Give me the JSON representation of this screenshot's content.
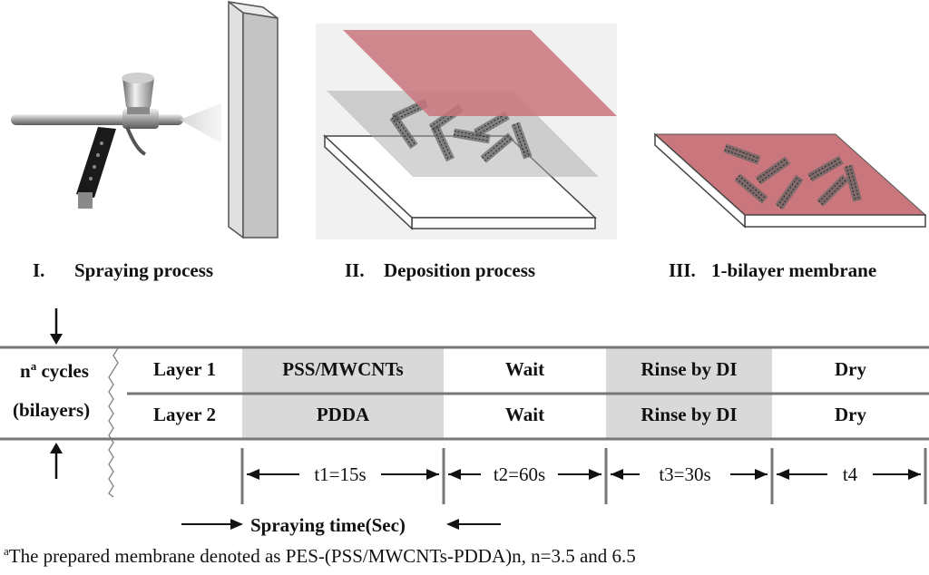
{
  "panels": {
    "spraying": {
      "numeral": "I.",
      "title": "Spraying process"
    },
    "deposition": {
      "numeral": "II.",
      "title": "Deposition process"
    },
    "membrane": {
      "numeral": "III.",
      "title": "1-bilayer membrane"
    }
  },
  "cycles": {
    "label": "n",
    "superscript": "a",
    "label_rest": " cycles",
    "sublabel": "(bilayers)"
  },
  "rows": [
    {
      "layer": "Layer 1",
      "steps": [
        "PSS/MWCNTs",
        "Wait",
        "Rinse by DI",
        "Dry"
      ]
    },
    {
      "layer": "Layer 2",
      "steps": [
        "PDDA",
        "Wait",
        "Rinse by DI",
        "Dry"
      ]
    }
  ],
  "timings": [
    "t1=15s",
    "t2=60s",
    "t3=30s",
    "t4"
  ],
  "spraying_time_label": "Spraying time(Sec)",
  "footnote": {
    "marker": "a",
    "text": "The prepared membrane denoted as PES-(PSS/MWCNTs-PDDA)n, n=3.5 and 6.5"
  },
  "colors": {
    "shaded_cell": "#d9d9d9",
    "membrane_red": "#c9777c",
    "rule_gray": "#777777"
  }
}
